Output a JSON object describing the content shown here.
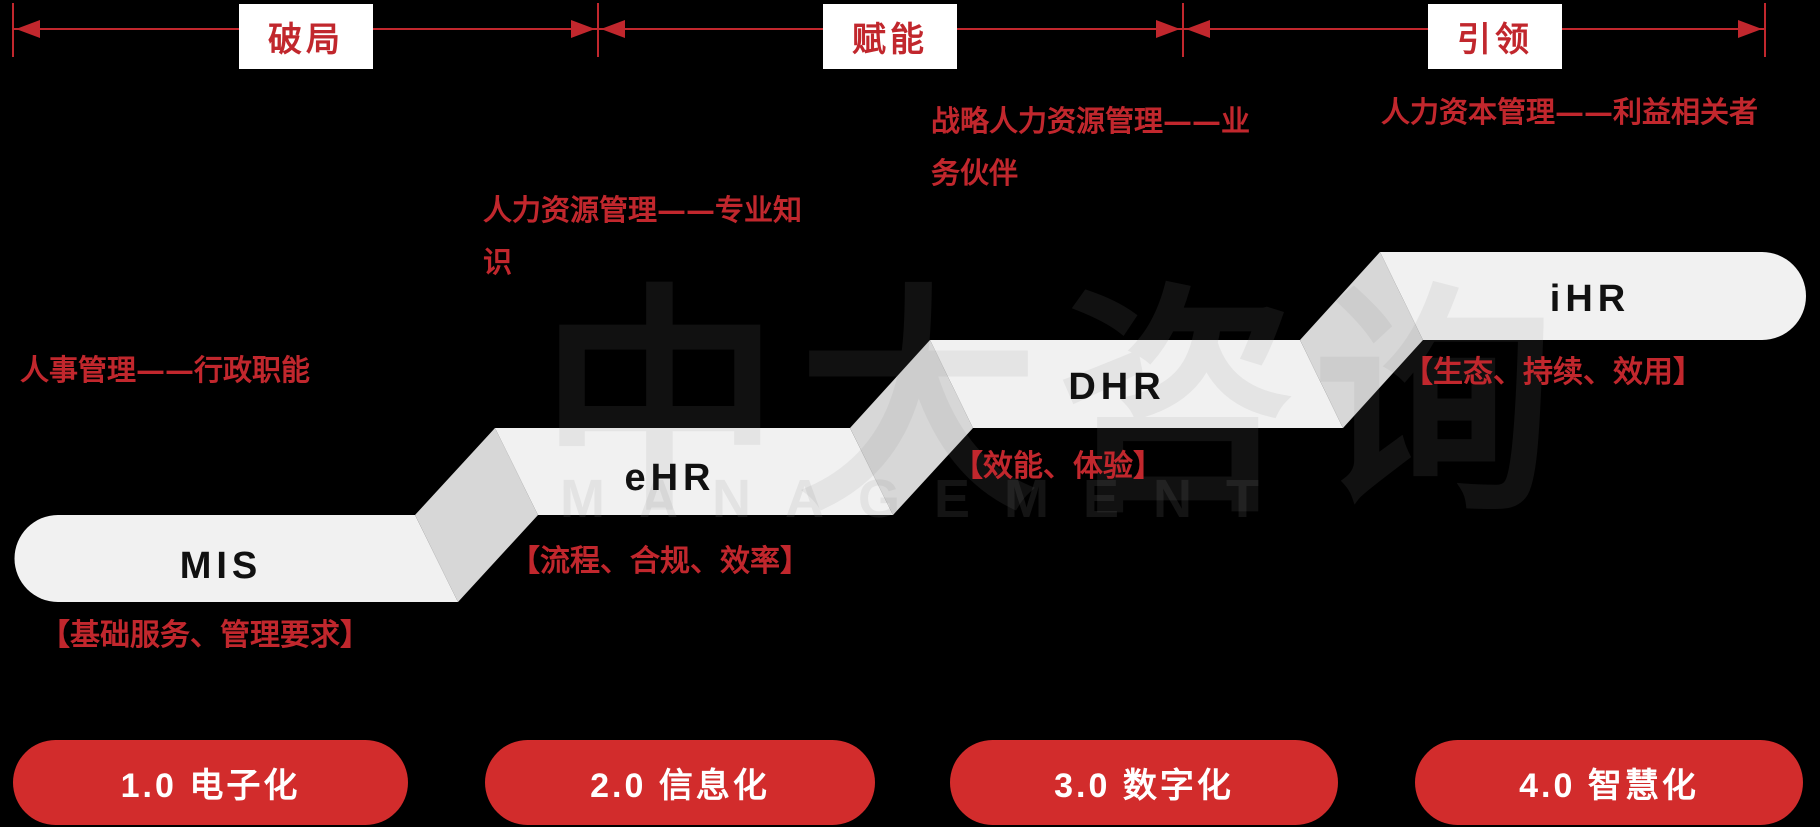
{
  "title": "HR信息化演进阶梯图",
  "ruler": {
    "phases": [
      {
        "label": "破局"
      },
      {
        "label": "赋能"
      },
      {
        "label": "引领"
      }
    ]
  },
  "annotations": [
    {
      "lines": [
        "人事管理——行政职能"
      ]
    },
    {
      "lines": [
        "人力资源管理——专业知",
        "识"
      ]
    },
    {
      "lines": [
        "战略人力资源管理——业",
        "务伙伴"
      ]
    },
    {
      "lines": [
        "人力资本管理——利益相关者"
      ]
    }
  ],
  "stairs": [
    {
      "label": "MIS",
      "feature": "【基础服务、管理要求】"
    },
    {
      "label": "eHR",
      "feature": "【流程、合规、效率】"
    },
    {
      "label": "DHR",
      "feature": "【效能、体验】"
    },
    {
      "label": "iHR",
      "feature": "【生态、持续、效用】"
    }
  ],
  "stages": [
    {
      "label": "1.0 电子化"
    },
    {
      "label": "2.0 信息化"
    },
    {
      "label": "3.0 数字化"
    },
    {
      "label": "4.0 智慧化"
    }
  ],
  "watermark": {
    "cn": "中大咨询",
    "en": "MANAGEMENT"
  },
  "colors": {
    "background": "#000000",
    "accent_red": "#c1272d",
    "pill_red": "#d22c2c",
    "bar_gray": "#f1f1f1",
    "connector_gray": "#d7d7d7",
    "phase_box_white": "#ffffff",
    "step_label_black": "#111111",
    "pill_text_white": "#ffffff"
  }
}
